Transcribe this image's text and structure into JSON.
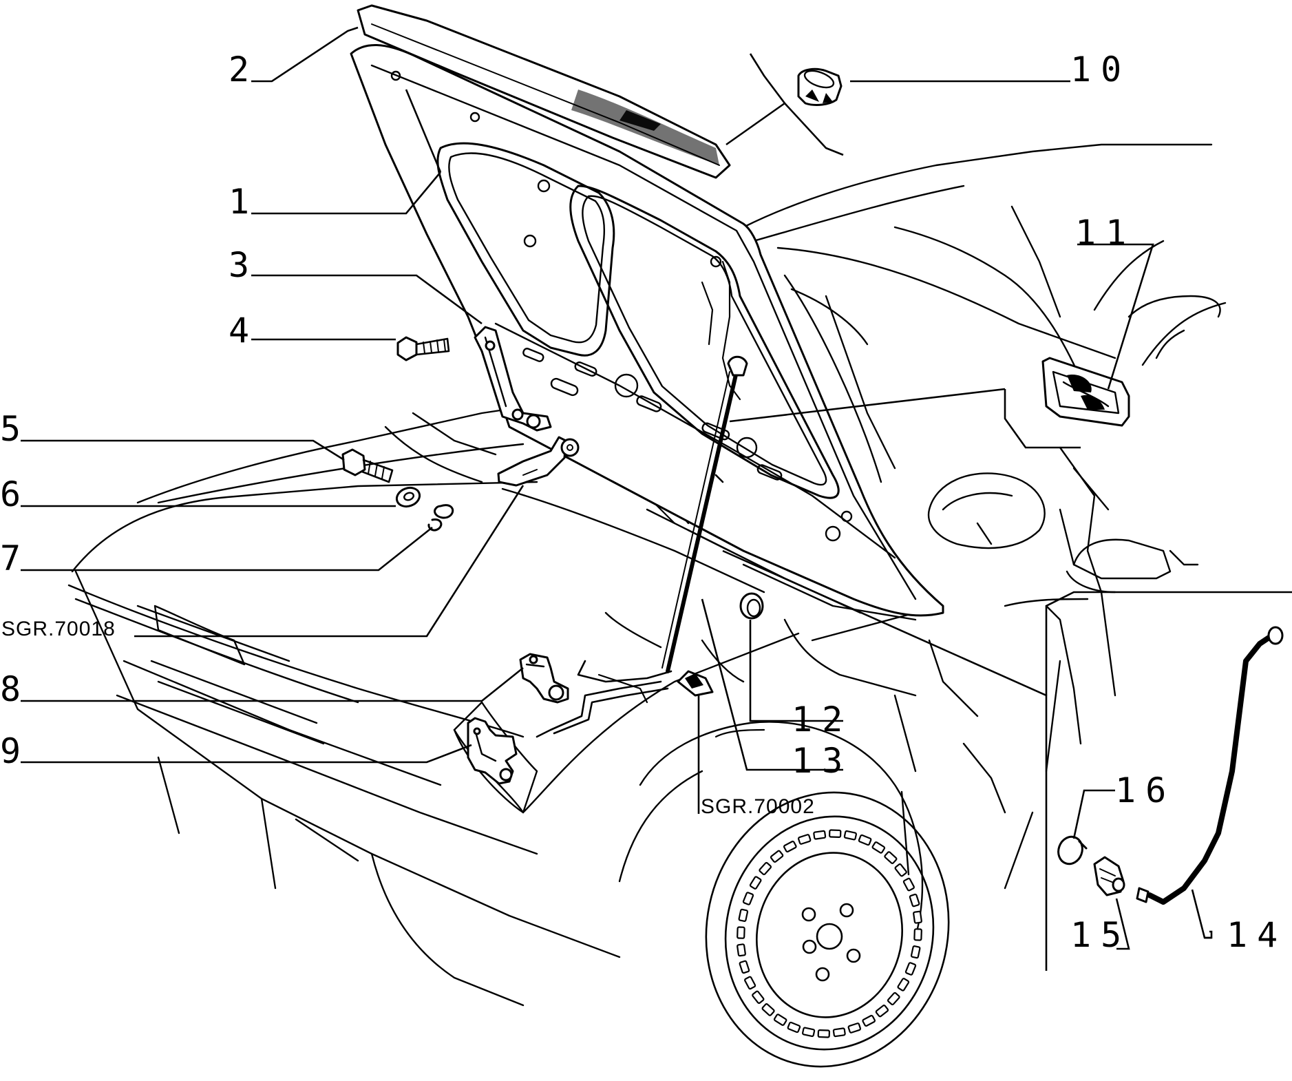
{
  "callouts": {
    "c1": "1",
    "c2": "2",
    "c3": "3",
    "c4": "4",
    "c5": "5",
    "c6": "6",
    "c7": "7",
    "c8": "8",
    "c9": "9",
    "c10": "10",
    "c11": "11",
    "c12": "12",
    "c13": "13",
    "c14": "14",
    "c15": "15",
    "c16": "16"
  },
  "references": {
    "r1": "SGR.70018",
    "r2": "SGR.70002"
  },
  "parts": [
    {
      "id": "1",
      "name": "bonnet-panel"
    },
    {
      "id": "2",
      "name": "bonnet-seal-strip"
    },
    {
      "id": "3",
      "name": "hinge"
    },
    {
      "id": "4",
      "name": "bolt"
    },
    {
      "id": "5",
      "name": "bolt"
    },
    {
      "id": "6",
      "name": "washer"
    },
    {
      "id": "7",
      "name": "spring-washer"
    },
    {
      "id": "8",
      "name": "bonnet-lock"
    },
    {
      "id": "9",
      "name": "lock-bracket"
    },
    {
      "id": "10",
      "name": "rubber-buffer"
    },
    {
      "id": "11",
      "name": "release-handle"
    },
    {
      "id": "12",
      "name": "grommet"
    },
    {
      "id": "13",
      "name": "support-rod"
    },
    {
      "id": "14",
      "name": "release-cable"
    },
    {
      "id": "15",
      "name": "cable-end-fitting"
    },
    {
      "id": "16",
      "name": "retaining-clip"
    }
  ]
}
